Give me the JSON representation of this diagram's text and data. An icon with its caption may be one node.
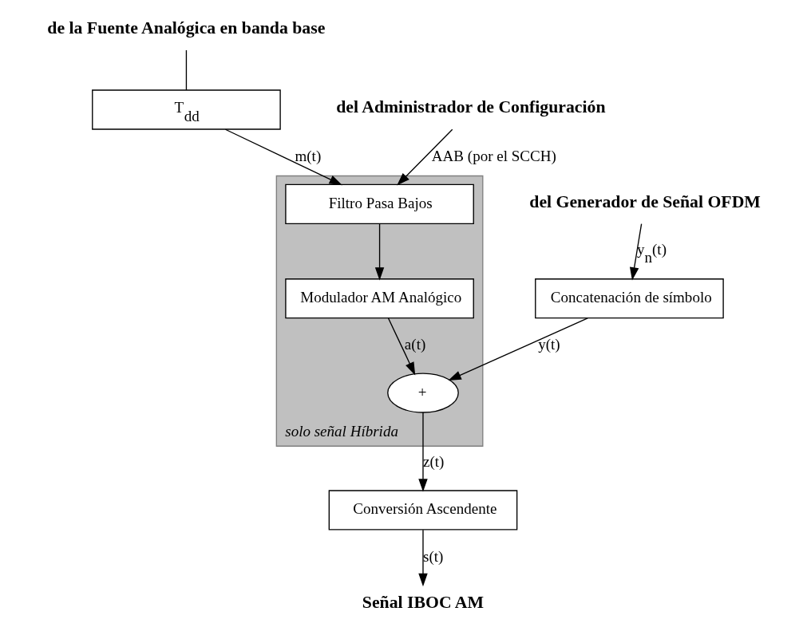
{
  "diagram": {
    "nodes": [
      {
        "text": [
          "de la Fuente Analógica en banda base"
        ]
      },
      {
        "text": [
          "T$_{dd}$"
        ]
      },
      {
        "text": [
          "del Administrador de Configuración"
        ]
      },
      {
        "text": [
          "del Generador de Señal OFDM"
        ]
      },
      {
        "text": [
          "solo señal Híbrida"
        ]
      },
      {
        "text": [
          "Filtro Pasa Bajos"
        ],
        "in": 4
      },
      {
        "text": [
          "Modulador AM Analógico"
        ],
        "in": 4
      },
      {
        "text": [
          "+"
        ],
        "in": 4
      },
      {
        "text": [
          "Concatenación de símbolo"
        ]
      },
      {
        "text": [
          "Conversión Ascendente"
        ]
      },
      {
        "text": [
          "Señal IBOC AM"
        ]
      }
    ],
    "edges": [
      {
        "from": 0,
        "to": 1,
        "arrow": "none"
      },
      {
        "from": 1,
        "to": 5,
        "arrow": "to",
        "label": "m(t)"
      },
      {
        "from": 2,
        "to": 5,
        "arrow": "to",
        "label": "AAB (por el SCCH)"
      },
      {
        "from": 5,
        "to": 6,
        "arrow": "to"
      },
      {
        "from": 6,
        "to": 7,
        "arrow": "to",
        "label": "a(t)"
      },
      {
        "from": 3,
        "to": 8,
        "arrow": "to",
        "label": "y$_{n}$(t)"
      },
      {
        "from": 8,
        "to": 7,
        "arrow": "to",
        "label": "y(t)"
      },
      {
        "from": 7,
        "to": 9,
        "arrow": "to",
        "label": "z(t)"
      },
      {
        "from": 9,
        "to": 10,
        "arrow": "to",
        "label": "s(t)"
      }
    ]
  }
}
